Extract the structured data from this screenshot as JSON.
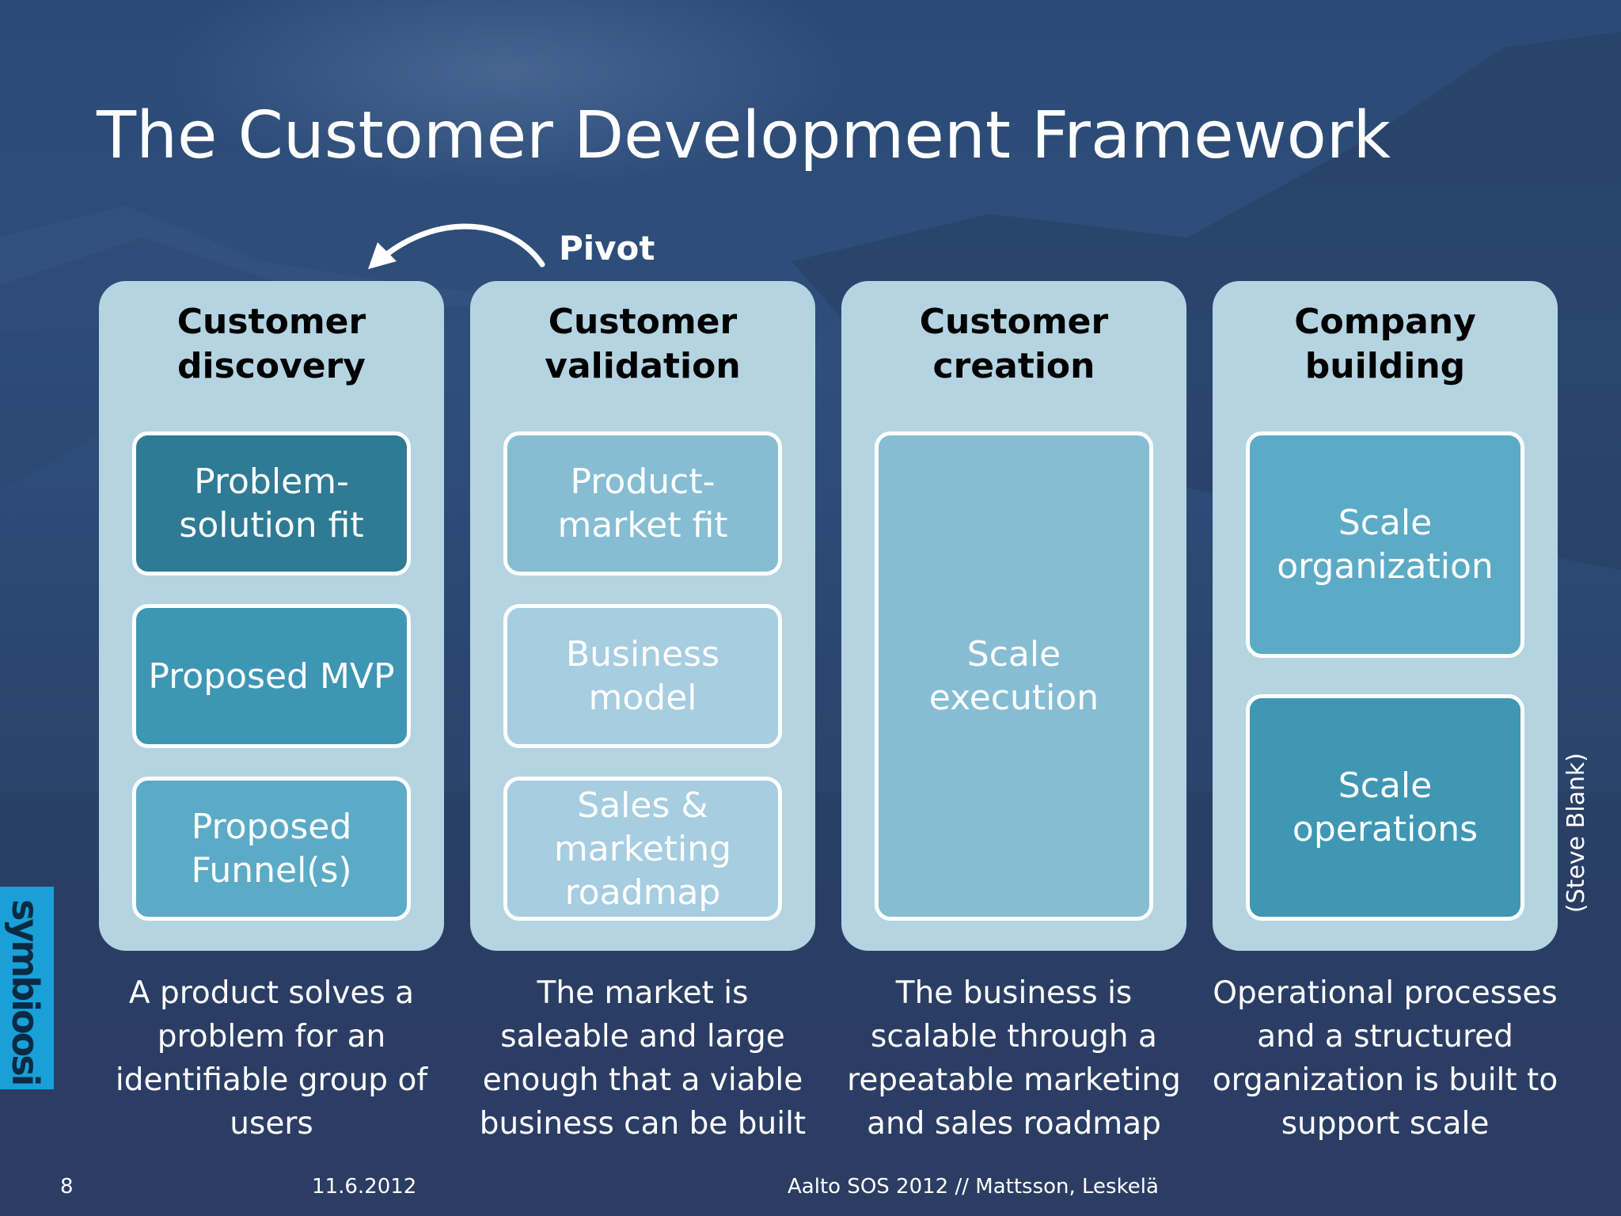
{
  "slide": {
    "title": "The Customer Development Framework",
    "pivot_label": "Pivot",
    "credit": "(Steve Blank)",
    "logo_text": "symbioosi"
  },
  "columns": [
    {
      "title_lines": [
        "Customer",
        "discovery"
      ],
      "boxes": [
        {
          "lines": [
            "Problem-",
            "solution fit"
          ],
          "color": "#2f7a94"
        },
        {
          "lines": [
            "Proposed MVP"
          ],
          "color": "#3d96b3"
        },
        {
          "lines": [
            "Proposed",
            "Funnel(s)"
          ],
          "color": "#5cabc6"
        }
      ],
      "caption_lines": [
        "A product solves a",
        "problem for an",
        "identifiable group of",
        "users"
      ]
    },
    {
      "title_lines": [
        "Customer",
        "validation"
      ],
      "boxes": [
        {
          "lines": [
            "Product-",
            "market fit"
          ],
          "color": "#86bdd3"
        },
        {
          "lines": [
            "Business",
            "model"
          ],
          "color": "#a6cde0"
        },
        {
          "lines": [
            "Sales &",
            "marketing",
            "roadmap"
          ],
          "color": "#a6cde0"
        }
      ],
      "caption_lines": [
        "The market is",
        "saleable and large",
        "enough that a viable",
        "business can be built"
      ]
    },
    {
      "title_lines": [
        "Customer",
        "creation"
      ],
      "boxes": [
        {
          "lines": [
            "Scale",
            "execution"
          ],
          "color": "#86bdd3"
        }
      ],
      "caption_lines": [
        "The business is",
        "scalable through a",
        "repeatable marketing",
        "and sales roadmap"
      ]
    },
    {
      "title_lines": [
        "Company",
        "building"
      ],
      "boxes": [
        {
          "lines": [
            "Scale",
            "organization"
          ],
          "color": "#5cabc6"
        },
        {
          "lines": [
            "Scale",
            "operations"
          ],
          "color": "#3f97b4"
        }
      ],
      "caption_lines": [
        "Operational processes",
        "and a structured",
        "organization is built to",
        "support scale"
      ]
    }
  ],
  "footer": {
    "page_number": "8",
    "date": "11.6.2012",
    "source": "Aalto SOS 2012 // Mattsson, Leskelä"
  }
}
